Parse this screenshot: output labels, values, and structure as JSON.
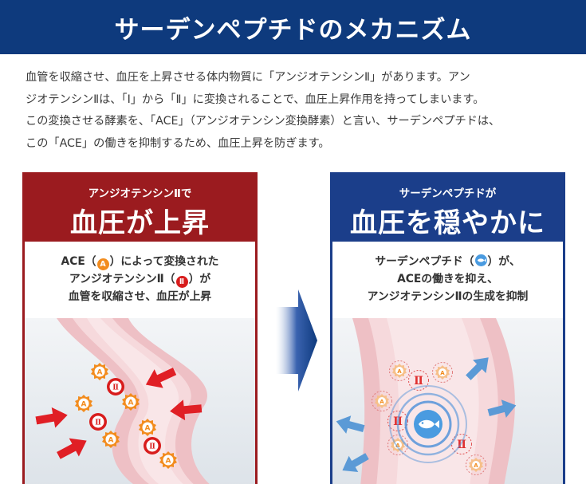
{
  "header": {
    "title": "サーデンペプチドのメカニズム"
  },
  "intro": {
    "lines": [
      "血管を収縮させ、血圧を上昇させる体内物質に「アンジオテンシンⅡ」があります。アン",
      "ジオテンシンⅡは、「Ⅰ」から「Ⅱ」に変換されることで、血圧上昇作用を持ってしまいます。",
      "この変換させる酵素を、「ACE」（アンジオテンシン変換酵素）と言い、サーデンペプチドは、",
      "この「ACE」の働きを抑制するため、血圧上昇を防ぎます。"
    ]
  },
  "left_panel": {
    "subtitle": "アンジオテンシンⅡで",
    "title": "血圧が上昇",
    "desc": {
      "line1_pre": "ACE（",
      "line1_post": "）によって変換された",
      "line2_pre": "アンジオテンシンⅡ（",
      "line2_post": "）が",
      "line3": "血管を収縮させ、血圧が上昇"
    },
    "badge_ace": "A",
    "badge_ang": "Ⅱ"
  },
  "right_panel": {
    "subtitle": "サーデンペプチドが",
    "title": "血圧を穏やかに",
    "desc": {
      "line1_pre": "サーデンペプチド（",
      "line1_post": "）が、",
      "line2": "ACEの働きを抑え、",
      "line3": "アンジオテンシンⅡの生成を抑制"
    }
  },
  "colors": {
    "header_bg": "#0e3a7d",
    "left_accent": "#9b1b1f",
    "right_accent": "#1b3e8a",
    "ace_orange": "#f28c1e",
    "angiotensin_red": "#d81c1c",
    "peptide_blue": "#4a9be0",
    "vessel_pink": "#f2c4c8",
    "bg_grey": "#e8ecf0"
  }
}
